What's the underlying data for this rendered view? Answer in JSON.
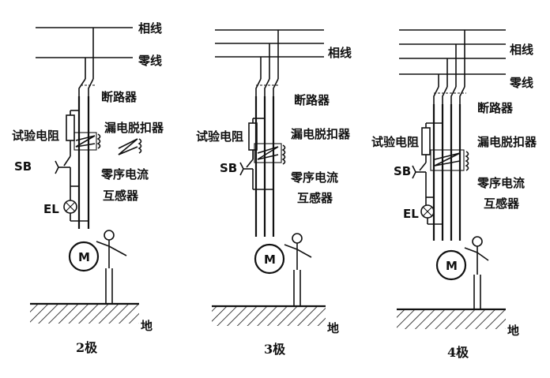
{
  "panels": [
    {
      "caption": "2极",
      "labels": {
        "phase": "相线",
        "neutral": "零线",
        "breaker": "断路器",
        "test_resistor": "试验电阻",
        "trip": "漏电脱扣器",
        "sb": "SB",
        "ct_line1": "零序电流",
        "ct_line2": "互感器",
        "el": "EL",
        "motor": "M",
        "ground": "地"
      }
    },
    {
      "caption": "3极",
      "labels": {
        "phase": "相线",
        "breaker": "断路器",
        "test_resistor": "试验电阻",
        "trip": "漏电脱扣器",
        "sb": "SB",
        "ct_line1": "零序电流",
        "ct_line2": "互感器",
        "motor": "M",
        "ground": "地"
      }
    },
    {
      "caption": "4极",
      "labels": {
        "phase": "相线",
        "neutral": "零线",
        "breaker": "断路器",
        "test_resistor": "试验电阻",
        "trip": "漏电脱扣器",
        "sb": "SB",
        "ct_line1": "零序电流",
        "ct_line2": "互感器",
        "el": "EL",
        "motor": "M",
        "ground": "地"
      }
    }
  ]
}
